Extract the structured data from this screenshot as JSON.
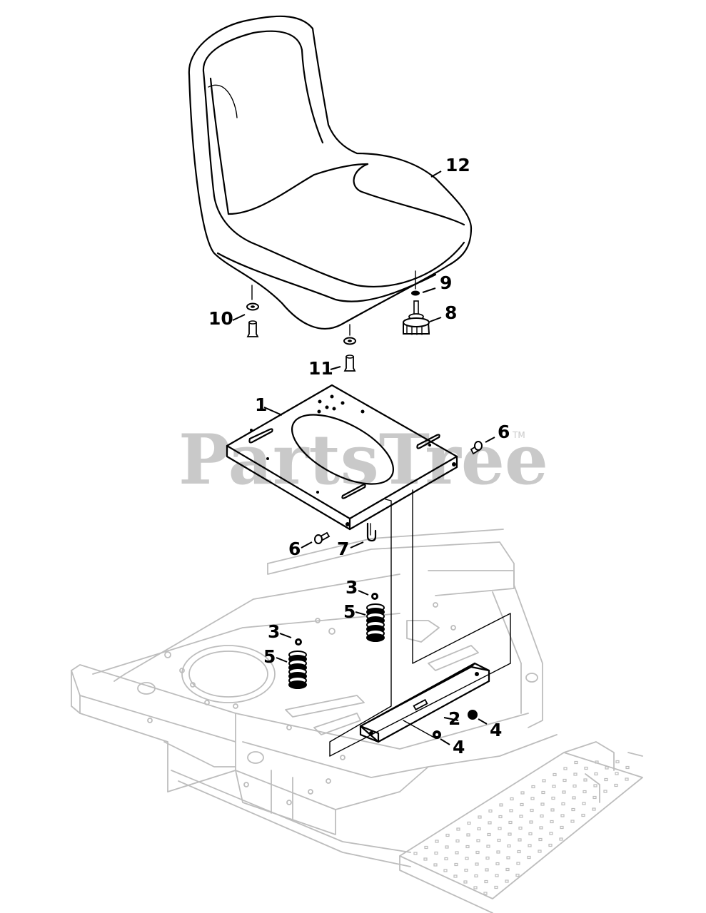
{
  "watermark": {
    "text": "PartsTree",
    "trademark": "TM"
  },
  "callouts": {
    "c1": "1",
    "c2": "2",
    "c3a": "3",
    "c3b": "3",
    "c4a": "4",
    "c4b": "4",
    "c5a": "5",
    "c5b": "5",
    "c6a": "6",
    "c6b": "6",
    "c7": "7",
    "c8": "8",
    "c9": "9",
    "c10": "10",
    "c11": "11",
    "c12": "12"
  }
}
